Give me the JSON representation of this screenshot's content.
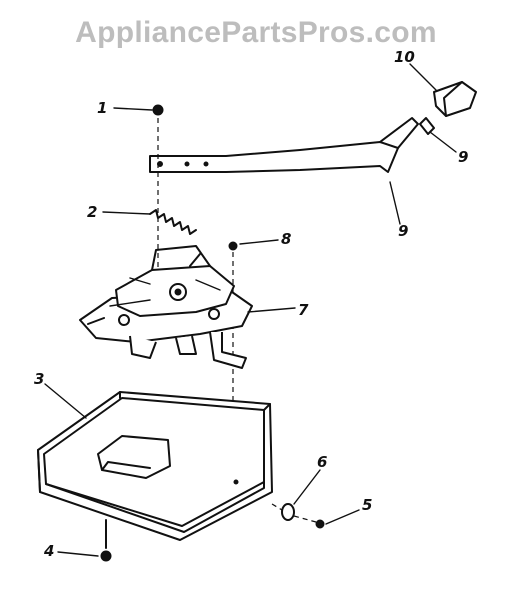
{
  "watermark": "AppliancePartsPros.com",
  "callouts": [
    "1",
    "2",
    "3",
    "4",
    "5",
    "6",
    "7",
    "8",
    "9",
    "10"
  ],
  "colors": {
    "ink": "#111111",
    "watermark": "#bdbdbd",
    "background": "#ffffff"
  }
}
